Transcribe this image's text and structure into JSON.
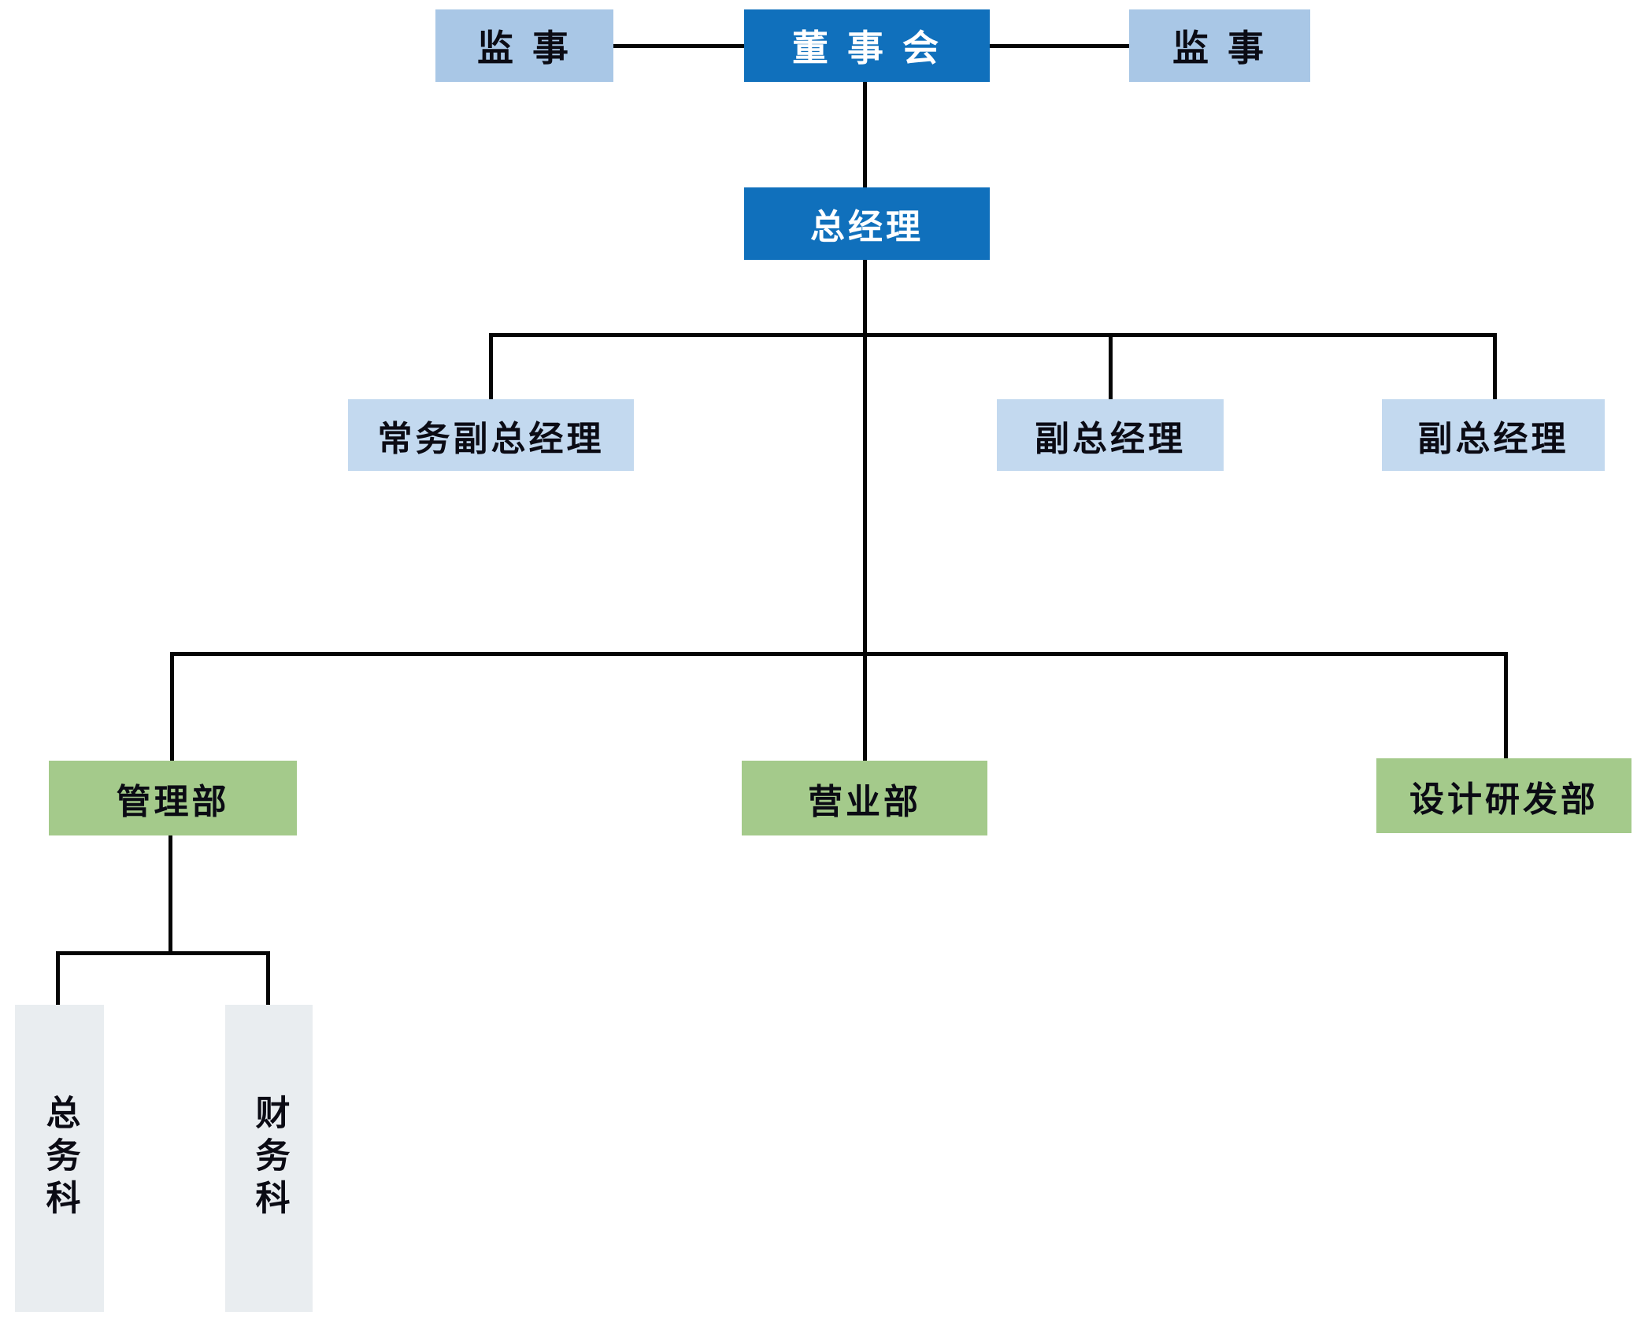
{
  "org_chart": {
    "type": "organization-chart",
    "nodes": {
      "supervisor_left": {
        "label": "监 事",
        "style": "light-blue"
      },
      "board": {
        "label": "董 事 会",
        "style": "dark-blue"
      },
      "supervisor_right": {
        "label": "监 事",
        "style": "light-blue"
      },
      "general_manager": {
        "label": "总经理",
        "style": "dark-blue"
      },
      "executive_deputy_gm": {
        "label": "常务副总经理",
        "style": "pale-blue"
      },
      "deputy_gm_1": {
        "label": "副总经理",
        "style": "pale-blue"
      },
      "deputy_gm_2": {
        "label": "副总经理",
        "style": "pale-blue"
      },
      "management_dept": {
        "label": "管理部",
        "style": "green"
      },
      "sales_dept": {
        "label": "营业部",
        "style": "green"
      },
      "design_rd_dept": {
        "label": "设计研发部",
        "style": "green"
      },
      "general_affairs": {
        "label": "总务科",
        "style": "gray",
        "orientation": "vertical"
      },
      "finance": {
        "label": "财务科",
        "style": "gray",
        "orientation": "vertical"
      }
    },
    "edges": [
      {
        "from": "supervisor_left",
        "to": "board"
      },
      {
        "from": "board",
        "to": "supervisor_right"
      },
      {
        "from": "board",
        "to": "general_manager"
      },
      {
        "from": "general_manager",
        "to": "executive_deputy_gm"
      },
      {
        "from": "general_manager",
        "to": "deputy_gm_1"
      },
      {
        "from": "general_manager",
        "to": "deputy_gm_2"
      },
      {
        "from": "general_manager",
        "to": "management_dept"
      },
      {
        "from": "general_manager",
        "to": "sales_dept"
      },
      {
        "from": "general_manager",
        "to": "design_rd_dept"
      },
      {
        "from": "management_dept",
        "to": "general_affairs"
      },
      {
        "from": "management_dept",
        "to": "finance"
      }
    ],
    "colors": {
      "dark_blue": "#1070bc",
      "light_blue": "#a9c7e6",
      "pale_blue": "#c3d9ef",
      "green": "#a4ca8b",
      "gray": "#e9edf0",
      "connector": "#050505",
      "text_dark": "#0b0b14",
      "text_light": "#ffffff"
    }
  }
}
